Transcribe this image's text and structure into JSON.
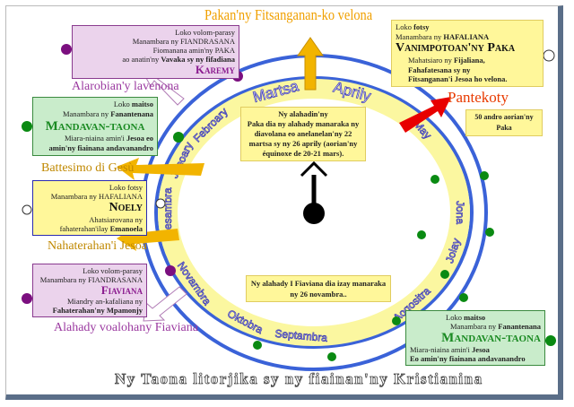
{
  "title": "Ny Taona litorjika sy ny fiainan'ny Kristianina",
  "months": [
    "Martsa",
    "Aprily",
    "May",
    "Jona",
    "Jolay",
    "Aogositra",
    "Septambra",
    "Oktobra",
    "Novambra",
    "Desambra",
    "Janoary",
    "Febroary"
  ],
  "center_top": {
    "line1": "Ny alahadin'ny",
    "body": "Paka dia ny alahady manaraka ny diavolana eo anelanelan'ny 22 martsa sy ny 26 aprily (aorian'ny équinoxe de 20-21 mars)."
  },
  "center_bottom": "Ny alahady I Fiaviana dia izay manaraka ny 26 novambra..",
  "events": {
    "pakana": "Pakan'ny Fitsanganan-ko velona",
    "pantekoty": "Pantekoty",
    "alarobia": "Alarobian'y lavenona",
    "battesimo": "Battesimo di Gesù",
    "nahaterahana": "Nahaterahan'i Jesoa",
    "fiaviana": "Alahady voalohany Fiaviana"
  },
  "pantekoty_note": "50 andro aorian'ny Paka",
  "karemy": {
    "l1": "Loko volom-parasy",
    "l2": "Manambara ny FIANDRASANA",
    "l3": "Fiomanana amin'ny PAKA",
    "l4a": "ao anatin'ny ",
    "l4b": "Vavaka sy ny fifadiana",
    "title": "Karemy"
  },
  "paka": {
    "l1a": "Loko ",
    "l1b": "fotsy",
    "l2a": "Manambara ny ",
    "l2b": "HAFALIANA",
    "title": "Vanimpotoan'ny Paka",
    "l3a": "Mahatsiaro ny ",
    "l3b": "Fijaliana,",
    "l4": "Fahafatesana sy ny",
    "l5": "Fitsanganan'i Jesoa ho velona."
  },
  "mandavan1": {
    "l1a": "Loko ",
    "l1b": "maitso",
    "l2a": "Manambara ny ",
    "l2b": "Fanantenana",
    "title": "Mandavan-taona",
    "l3a": "Miara-niaina amin'i ",
    "l3b": "Jesoa eo",
    "l4": "amin'ny fiainana andavanandro"
  },
  "noely": {
    "l1": "Loko fotsy",
    "l2": "Manambara ny HAFALIANA",
    "title": "Noely",
    "l3": "Ahatsiarovana ny",
    "l4a": "fahaterahan'ilay ",
    "l4b": "Emanoela"
  },
  "fiaviana": {
    "l1": "Loko volom-parasy",
    "l2": "Manambara ny FIANDRASANA",
    "title": "Fiaviana",
    "l3": "Miandry an-kafaliana ny",
    "l4": "Fahaterahan'ny Mpamonjy"
  },
  "mandavan2": {
    "l1a": "Loko ",
    "l1b": "maitso",
    "l2a": "Manambara ny ",
    "l2b": "Fanantenana",
    "title": "Mandavan-taona",
    "l3a": "Miara-niaina amin'i ",
    "l3b": "Jesoa",
    "l4": "Eo amin'ny fiainana andavanandro"
  },
  "colors": {
    "ring": "#3a62d8",
    "band": "#fbf7a0",
    "purple": "#7b0f7f",
    "green": "#0a8a12",
    "arrow": "#f2b400",
    "red": "#e80000"
  }
}
